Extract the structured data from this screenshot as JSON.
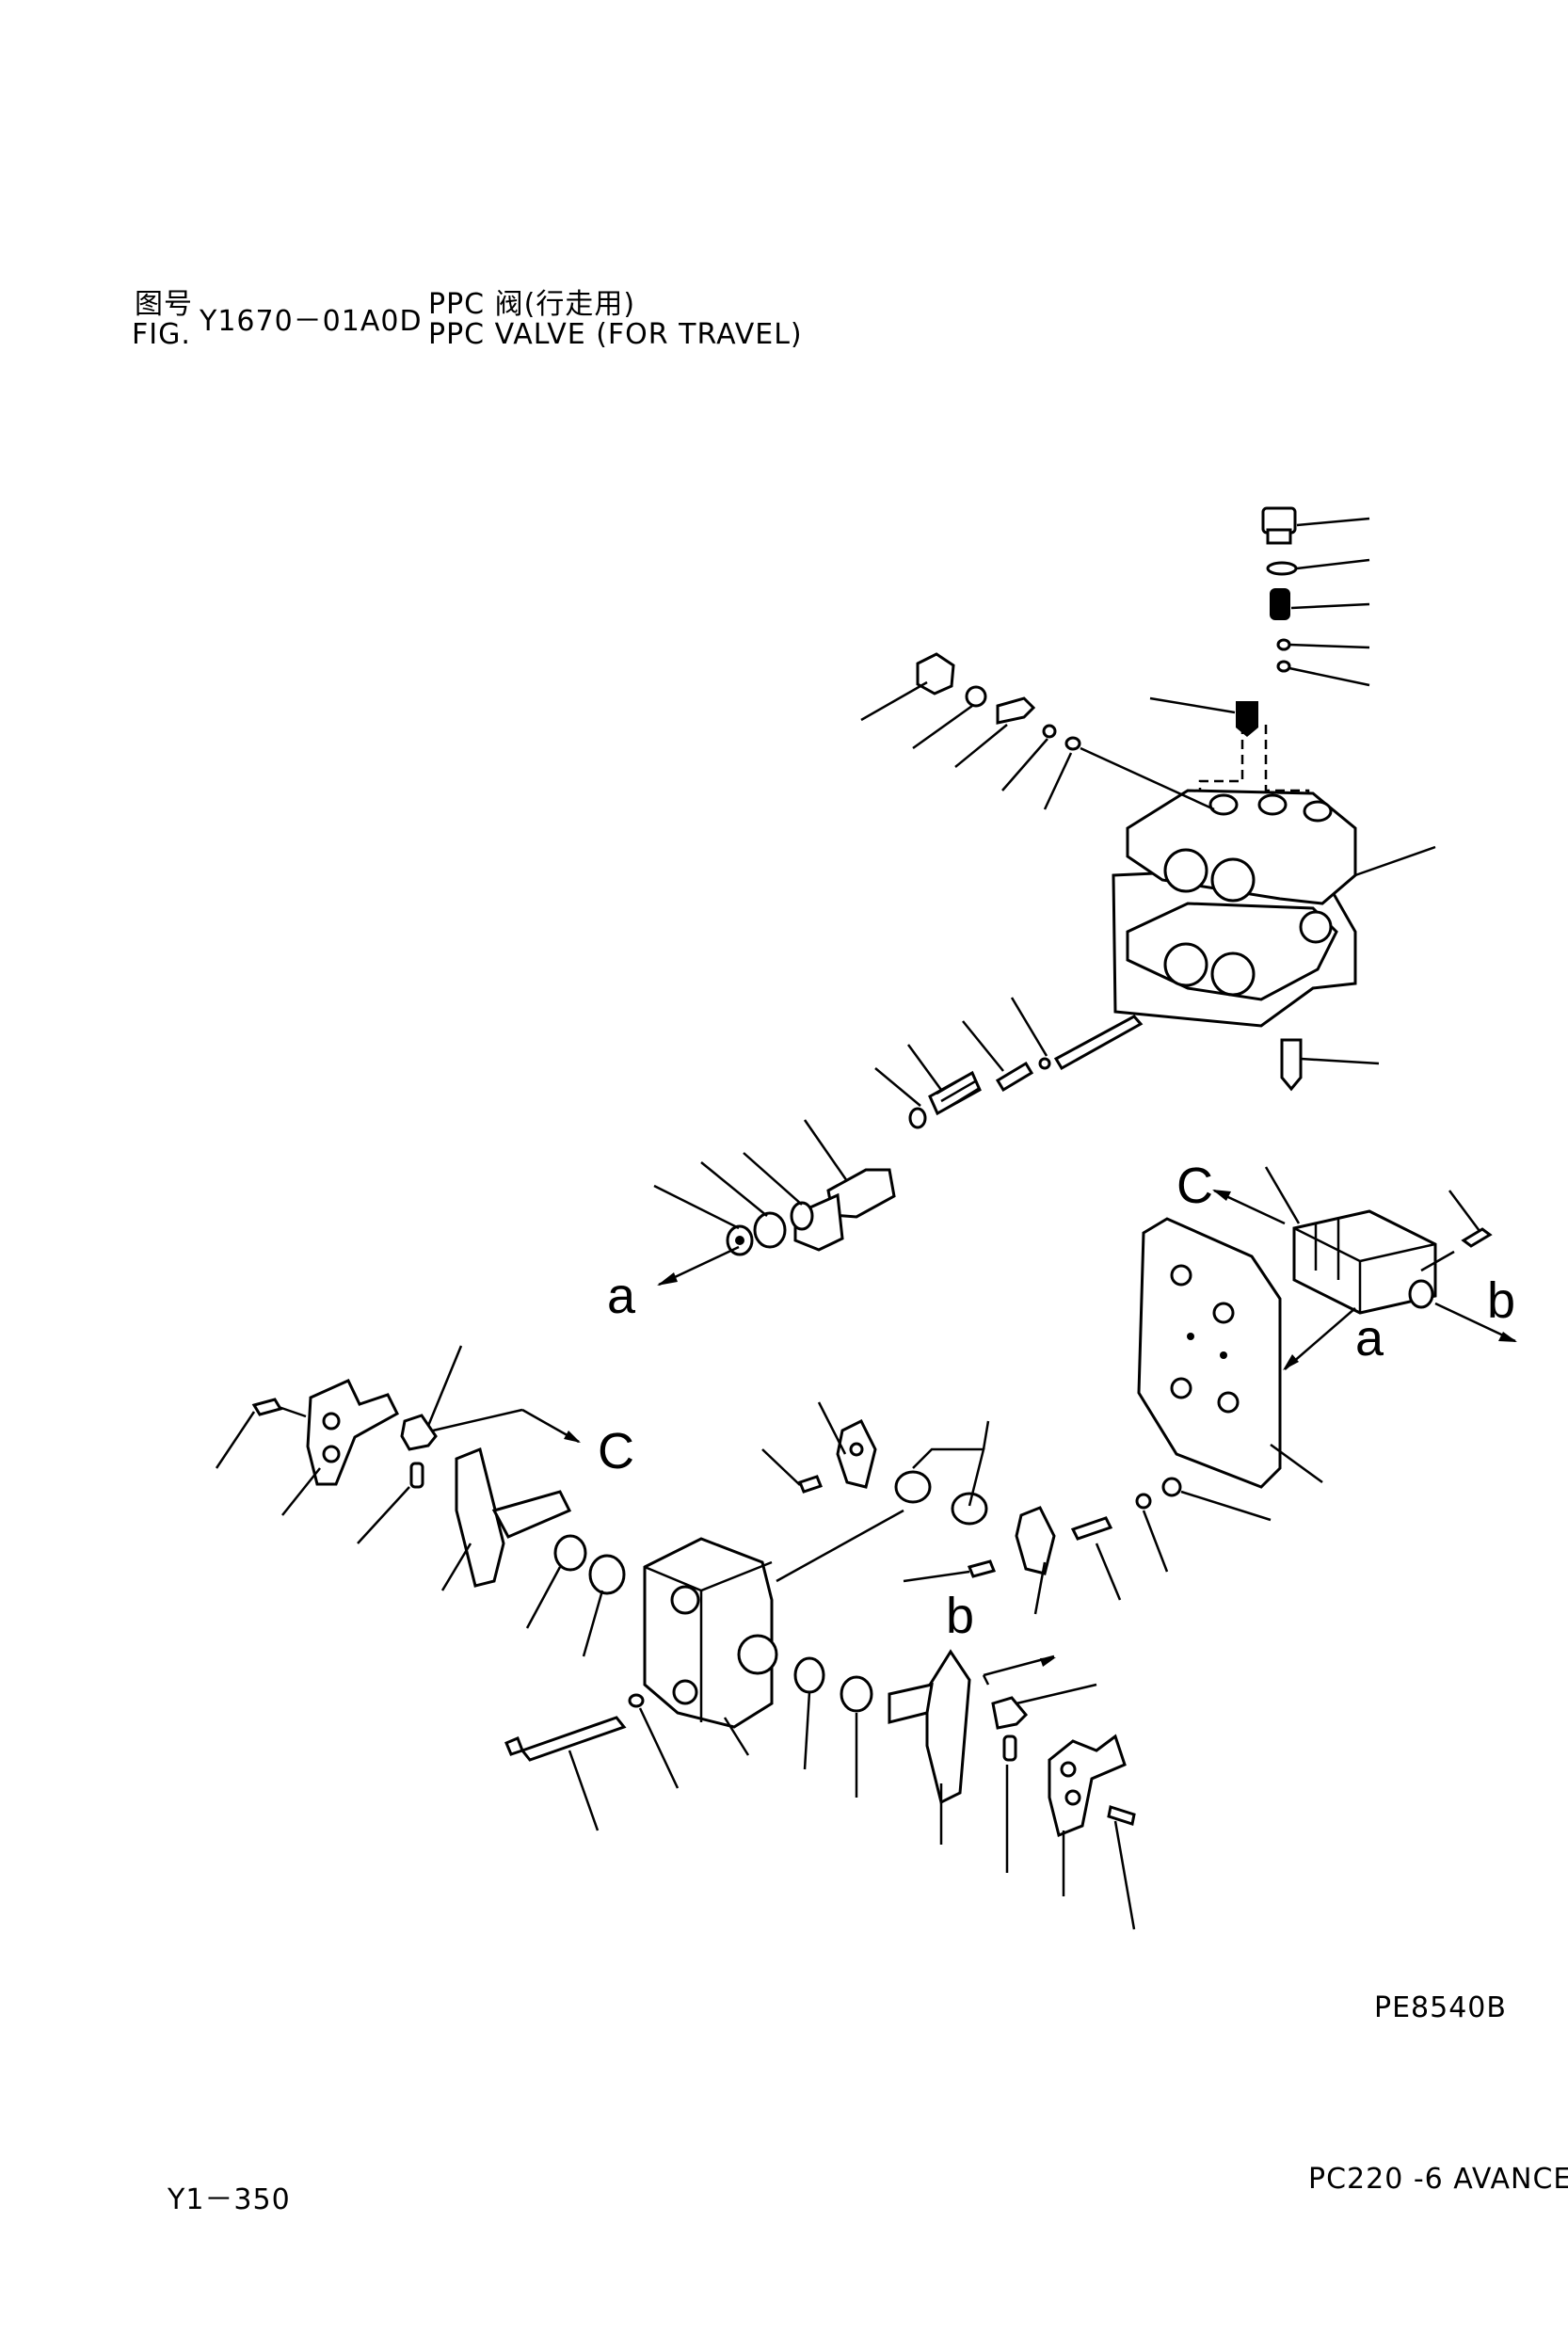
{
  "header": {
    "fig_cn": "图号",
    "fig_en": "FIG.",
    "fig_number": "Y1670－01A0D",
    "title_cn": "PPC 阀(行走用)",
    "title_en": "PPC VALVE (FOR TRAVEL)"
  },
  "labels": {
    "c_top": "C",
    "c_left": "C",
    "a_left": "a",
    "a_right": "a",
    "b_right": "b",
    "b_bottom": "b"
  },
  "drawing_code": "PE8540B",
  "footer": {
    "page": "Y1－350",
    "model": "PC220 -6 AVANCE"
  }
}
